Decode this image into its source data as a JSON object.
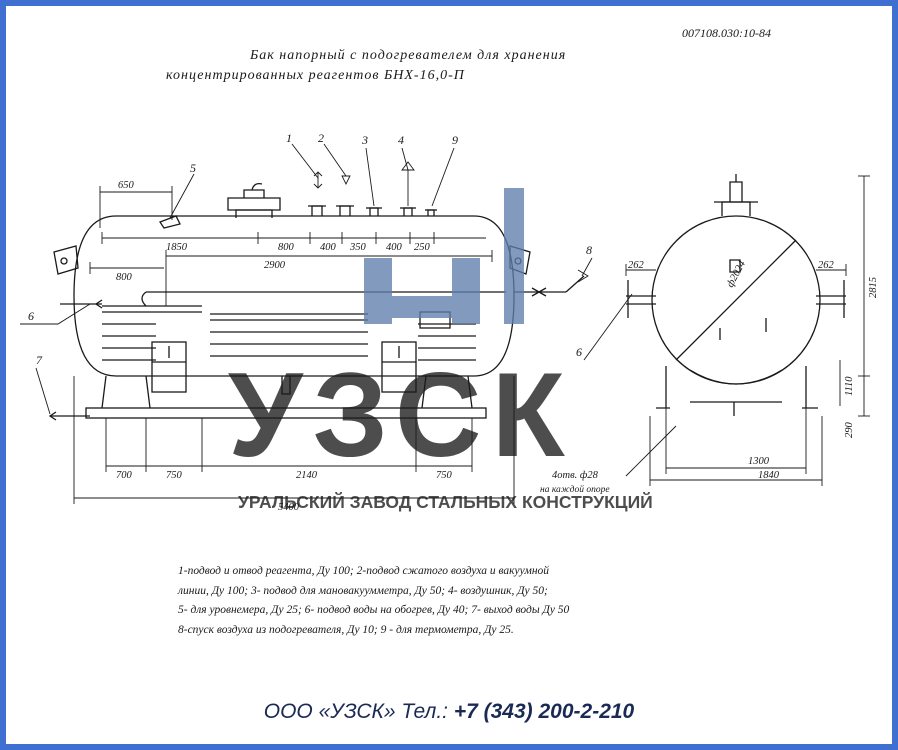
{
  "doc_code": "007108.030:10-84",
  "title_line1": "Бак напорный с подогревателем для хранения",
  "title_line2": "концентрированных реагентов  БНХ-16,0-П",
  "callouts": [
    "1",
    "2",
    "3",
    "4",
    "9",
    "5",
    "6",
    "7",
    "8",
    "6"
  ],
  "dimensions": {
    "d650": "650",
    "d1850": "1850",
    "d800top": "800",
    "d400a": "400",
    "d350": "350",
    "d400b": "400",
    "d250": "250",
    "d2900": "2900",
    "d800": "800",
    "d700": "700",
    "d750a": "750",
    "d2140": "2140",
    "d750b": "750",
    "d5400": "5400",
    "d262a": "262",
    "d262b": "262",
    "d2024": "ф2024",
    "d2815": "2815",
    "d1110": "1110",
    "d290": "290",
    "d1300": "1300",
    "d1840": "1840",
    "note_a": "4отв. ф28",
    "note_b": "на каждой опоре"
  },
  "legend": [
    "1-подвод и отвод реагента, Ду 100;  2-подвод сжатого воздуха и вакуумной",
    "линии, Ду 100;  3- подвод  для  мановакуумметра, Ду 50;  4- воздушник, Ду 50;",
    "5- для  уровнемера, Ду 25;   6- подвод воды на обогрев, Ду 40;  7- выход воды Ду 50",
    "8-спуск  воздуха  из подогревателя, Ду 10;  9 - для  термометра,  Ду 25."
  ],
  "watermark": {
    "letters": "УЗСК",
    "subtitle": "УРАЛЬСКИЙ ЗАВОД СТАЛЬНЫХ КОНСТРУКЦИЙ"
  },
  "footer": {
    "company": "ООО «УЗСК» Тел.: ",
    "phone": "+7 (343) 200-2-210"
  },
  "colors": {
    "frame": "#3f6fd1",
    "watermark": "#5f7dab",
    "line": "#1a1a1a"
  }
}
